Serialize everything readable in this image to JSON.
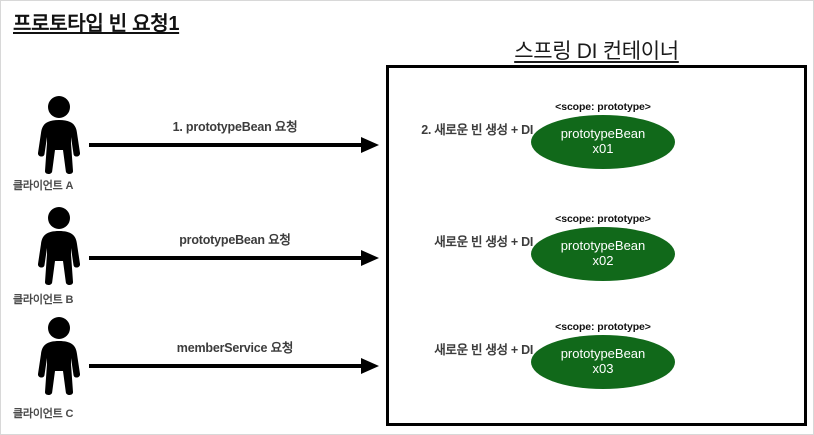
{
  "slide": {
    "title": "프로토타입 빈 요청1",
    "container_title": "스프링 DI 컨테이너"
  },
  "colors": {
    "bean_fill": "#11691a",
    "bean_text": "#ffffff",
    "arrow": "#000000",
    "label_gray": "#3c3c3c",
    "client_label_gray": "#4a4a4a",
    "container_border": "#000000"
  },
  "clients": [
    {
      "icon": "person-icon",
      "label": "클라이언트 A"
    },
    {
      "icon": "person-icon",
      "label": "클라이언트 B"
    },
    {
      "icon": "person-icon",
      "label": "클라이언트 C"
    }
  ],
  "requests": [
    {
      "label": "1. prototypeBean 요청"
    },
    {
      "label": "prototypeBean 요청"
    },
    {
      "label": "memberService 요청"
    }
  ],
  "beans": [
    {
      "step_label": "2. 새로운 빈 생성 + DI",
      "scope": "<scope: prototype>",
      "name": "prototypeBean",
      "instance": "x01"
    },
    {
      "step_label": "새로운 빈 생성 + DI",
      "scope": "<scope: prototype>",
      "name": "prototypeBean",
      "instance": "x02"
    },
    {
      "step_label": "새로운 빈 생성 + DI",
      "scope": "<scope: prototype>",
      "name": "prototypeBean",
      "instance": "x03"
    }
  ]
}
